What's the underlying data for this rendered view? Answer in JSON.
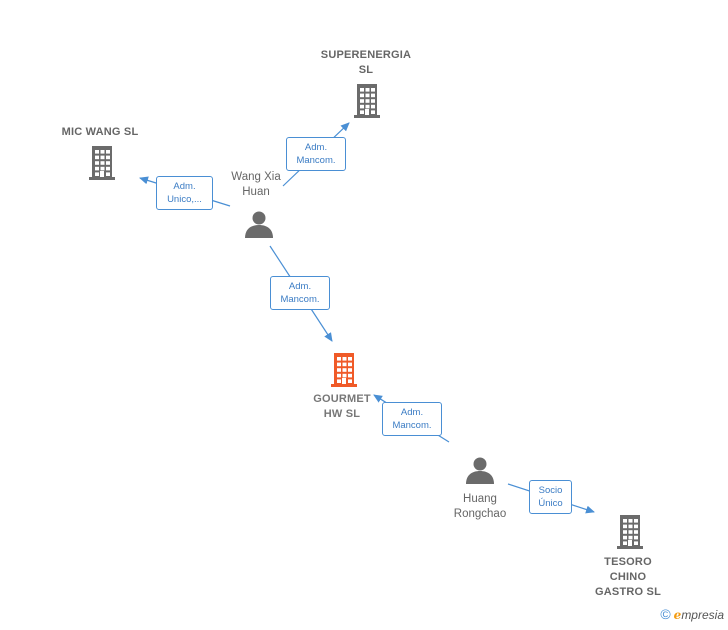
{
  "nodes": {
    "superenergia": {
      "label_line1": "SUPERENERGIA",
      "label_line2": "SL"
    },
    "mic_wang": {
      "label": "MIC WANG  SL"
    },
    "wang_xia_huan": {
      "label_line1": "Wang Xia",
      "label_line2": "Huan"
    },
    "gourmet": {
      "label_line1": "GOURMET",
      "label_line2": "HW  SL"
    },
    "huang": {
      "label_line1": "Huang",
      "label_line2": "Rongchao"
    },
    "tesoro": {
      "label_line1": "TESORO",
      "label_line2": "CHINO",
      "label_line3": "GASTRO  SL"
    }
  },
  "edges": {
    "wang_to_superenergia": {
      "line1": "Adm.",
      "line2": "Mancom."
    },
    "wang_to_micwang": {
      "line1": "Adm.",
      "line2": "Unico,..."
    },
    "wang_to_gourmet": {
      "line1": "Adm.",
      "line2": "Mancom."
    },
    "huang_to_gourmet": {
      "line1": "Adm.",
      "line2": "Mancom."
    },
    "huang_to_tesoro": {
      "line1": "Socio",
      "line2": "Único"
    }
  },
  "colors": {
    "company": "#6b6b6b",
    "main_company": "#f05a28",
    "person": "#6b6b6b",
    "edge": "#4a8fd4"
  },
  "brand": {
    "copyright": "©",
    "e": "e",
    "rest": "mpresia"
  }
}
